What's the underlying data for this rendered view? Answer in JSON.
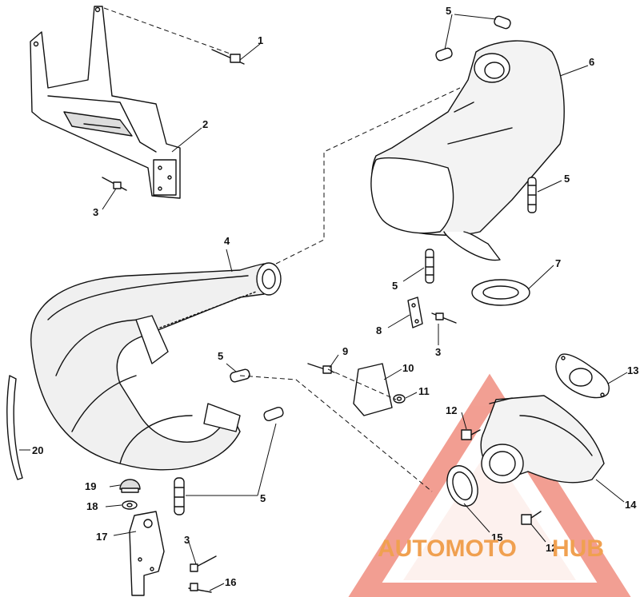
{
  "diagram": {
    "callouts": [
      {
        "id": "c1",
        "label": "1"
      },
      {
        "id": "c2",
        "label": "2"
      },
      {
        "id": "c3a",
        "label": "3"
      },
      {
        "id": "c3b",
        "label": "3"
      },
      {
        "id": "c3c",
        "label": "3"
      },
      {
        "id": "c4",
        "label": "4"
      },
      {
        "id": "c5a",
        "label": "5"
      },
      {
        "id": "c5b",
        "label": "5"
      },
      {
        "id": "c5c",
        "label": "5"
      },
      {
        "id": "c5d",
        "label": "5"
      },
      {
        "id": "c5e",
        "label": "5"
      },
      {
        "id": "c6",
        "label": "6"
      },
      {
        "id": "c7",
        "label": "7"
      },
      {
        "id": "c8",
        "label": "8"
      },
      {
        "id": "c9",
        "label": "9"
      },
      {
        "id": "c10",
        "label": "10"
      },
      {
        "id": "c11",
        "label": "11"
      },
      {
        "id": "c12a",
        "label": "12"
      },
      {
        "id": "c12b",
        "label": "12"
      },
      {
        "id": "c13",
        "label": "13"
      },
      {
        "id": "c14",
        "label": "14"
      },
      {
        "id": "c15",
        "label": "15"
      },
      {
        "id": "c16",
        "label": "16"
      },
      {
        "id": "c17",
        "label": "17"
      },
      {
        "id": "c18",
        "label": "18"
      },
      {
        "id": "c19",
        "label": "19"
      },
      {
        "id": "c20",
        "label": "20"
      }
    ]
  },
  "watermark": {
    "text_part1": "AUTOMOTO",
    "text_part2": "HUB",
    "color_primary": "#f0a050",
    "color_secondary": "#e8503a"
  }
}
